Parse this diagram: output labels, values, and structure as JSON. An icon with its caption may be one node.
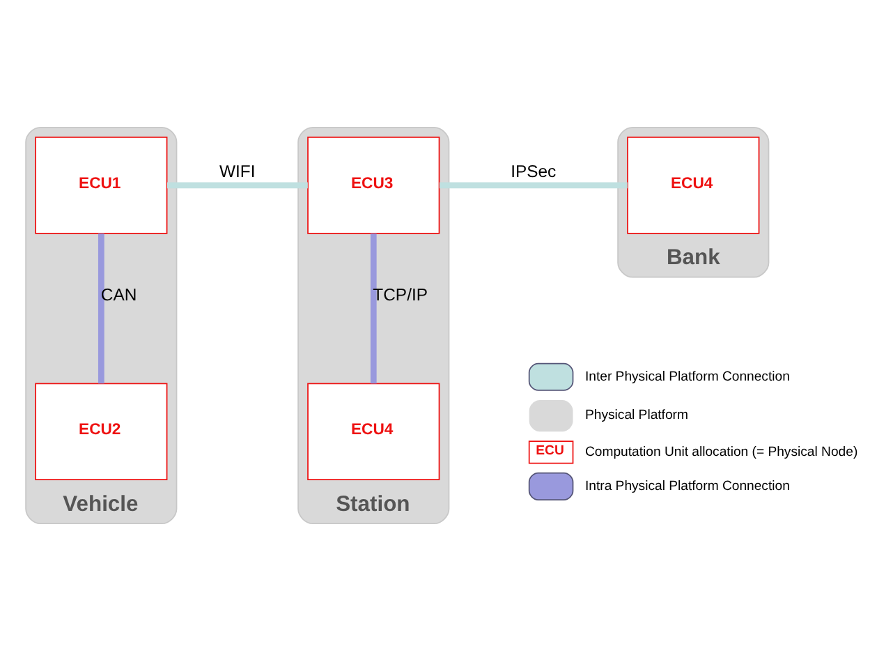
{
  "diagram": {
    "nodes": [
      {
        "text": [
          "Vehicle"
        ]
      },
      {
        "text": [
          "ECU1"
        ],
        "in": 0
      },
      {
        "text": [
          "ECU2"
        ],
        "in": 0
      },
      {
        "text": [
          "Station"
        ]
      },
      {
        "text": [
          "ECU3"
        ],
        "in": 3
      },
      {
        "text": [
          "ECU4"
        ],
        "in": 3
      },
      {
        "text": [
          "Bank"
        ]
      },
      {
        "text": [
          "ECU4"
        ],
        "in": 6
      }
    ],
    "edges": [
      {
        "from": 1,
        "to": 4,
        "arrow": "none",
        "label": "WIFI",
        "color": "#bfe0e0"
      },
      {
        "from": 4,
        "to": 7,
        "arrow": "none",
        "label": "IPSec",
        "color": "#bfe0e0"
      },
      {
        "from": 1,
        "to": 2,
        "arrow": "none",
        "label": "CAN",
        "color": "#9999dd"
      },
      {
        "from": 4,
        "to": 5,
        "arrow": "none",
        "label": "TCP/IP",
        "color": "#9999dd"
      }
    ],
    "labels": [
      "ECU"
    ],
    "legend": [
      {
        "text": "Inter Physical Platform Connection"
      },
      {
        "text": "Physical Platform",
        "color": "#d9d9d9"
      },
      {
        "text": "Computation Unit allocation (= Physical Node)"
      },
      {
        "text": "Intra Physical Platform Connection"
      }
    ]
  }
}
